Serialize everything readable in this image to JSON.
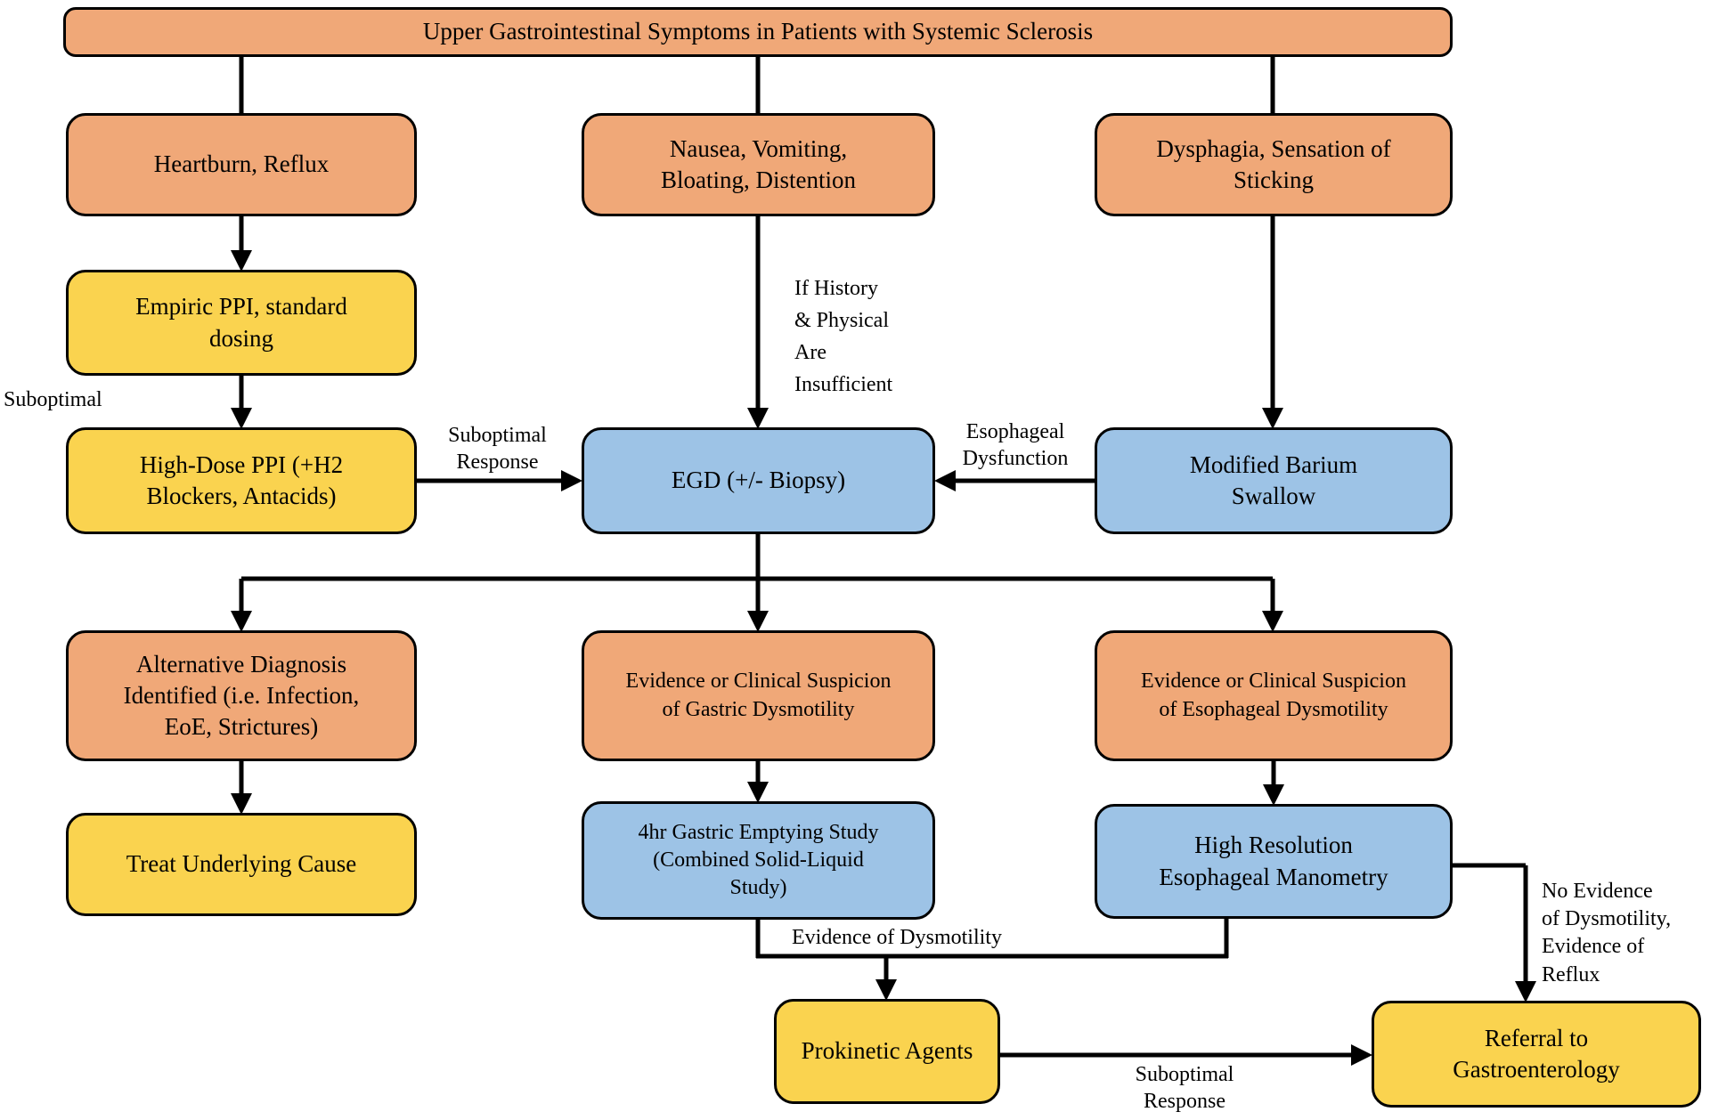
{
  "colors": {
    "orange": "#F0A878",
    "yellow": "#FAD34F",
    "blue": "#9DC3E6",
    "line": "#000000"
  },
  "nodes": {
    "banner": "Upper Gastrointestinal Symptoms in Patients with Systemic Sclerosis",
    "heartburn": "Heartburn, Reflux",
    "nausea": "Nausea, Vomiting,\nBloating, Distention",
    "dysphagia": "Dysphagia, Sensation of\nSticking",
    "empiric_ppi": "Empiric PPI, standard\ndosing",
    "high_dose_ppi": "High-Dose PPI (+H2\nBlockers, Antacids)",
    "egd": "EGD (+/- Biopsy)",
    "barium_swallow": "Modified Barium\nSwallow",
    "alt_diagnosis": "Alternative Diagnosis\nIdentified (i.e. Infection,\nEoE, Strictures)",
    "gastric_dysmotility": "Evidence or Clinical Suspicion\nof Gastric Dysmotility",
    "esoph_dysmotility": "Evidence or Clinical Suspicion\nof Esophageal Dysmotility",
    "treat_cause": "Treat Underlying Cause",
    "gastric_emptying": "4hr Gastric Emptying Study\n(Combined Solid-Liquid\nStudy)",
    "manometry": "High Resolution\nEsophageal Manometry",
    "prokinetic": "Prokinetic Agents",
    "referral": "Referral to\nGastroenterology"
  },
  "edge_labels": {
    "suboptimal": "Suboptimal",
    "suboptimal_response_ppi": "Suboptimal\nResponse",
    "if_history": "If History\n& Physical\nAre\nInsufficient",
    "esophageal_dysfunction": "Esophageal\nDysfunction",
    "evidence_of_dysmotility": "Evidence of Dysmotility",
    "no_evidence": "No Evidence\nof Dysmotility,\nEvidence of\nReflux",
    "suboptimal_response_prokinetic": "Suboptimal\nResponse"
  }
}
